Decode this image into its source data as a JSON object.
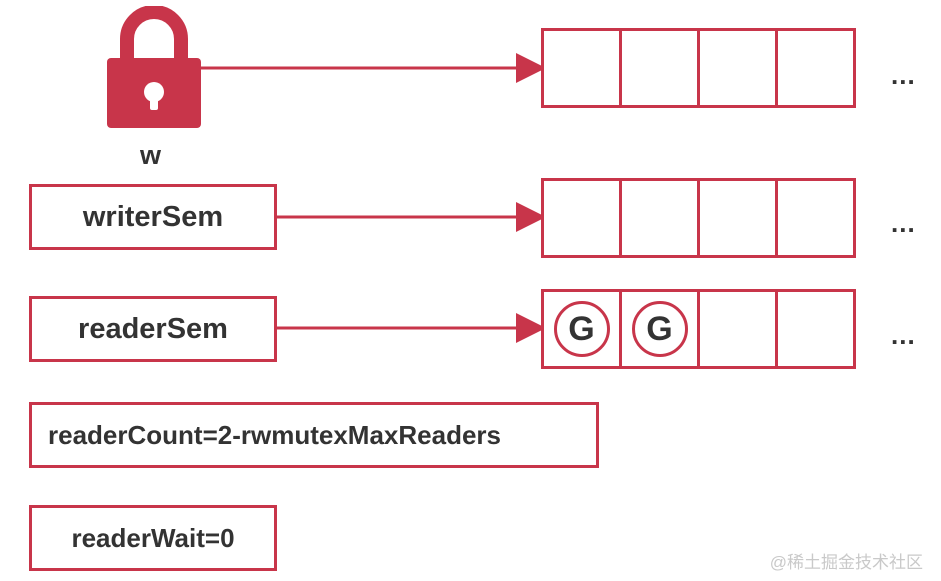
{
  "lock": {
    "label": "w",
    "icon": "lock-icon"
  },
  "fields": {
    "writer_sem": "writerSem",
    "reader_sem": "readerSem",
    "reader_count": "readerCount=2-rwmutexMaxReaders",
    "reader_wait": "readerWait=0"
  },
  "queues": [
    {
      "id": "lock-queue",
      "cells": [
        "",
        "",
        "",
        ""
      ],
      "more": "..."
    },
    {
      "id": "writer-queue",
      "cells": [
        "",
        "",
        "",
        ""
      ],
      "more": "..."
    },
    {
      "id": "reader-queue",
      "cells": [
        "G",
        "G",
        "",
        ""
      ],
      "more": "..."
    }
  ],
  "watermark": "@稀土掘金技术社区",
  "colors": {
    "accent": "#c8354a",
    "text": "#333333"
  }
}
